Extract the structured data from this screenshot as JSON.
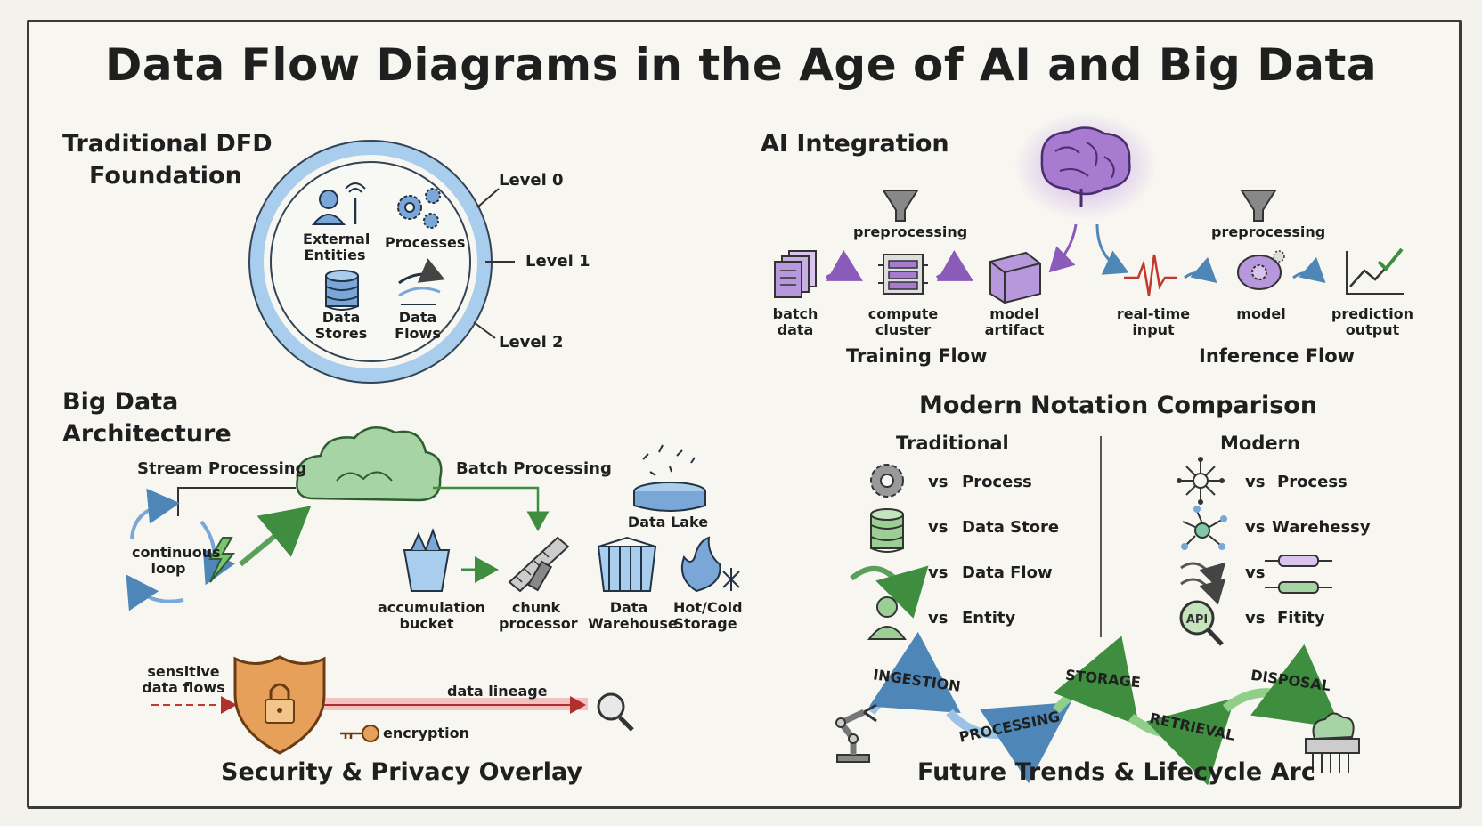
{
  "title": "Data Flow Diagrams in the Age of AI and Big Data",
  "traditional": {
    "heading_1": "Traditional DFD",
    "heading_2": "Foundation",
    "elements": [
      "External Entities",
      "Processes",
      "Data Stores",
      "Data Flows"
    ],
    "levels": [
      "Level 0",
      "Level 1",
      "Level 2"
    ]
  },
  "ai": {
    "heading": "AI Integration",
    "training": {
      "label": "Training Flow",
      "preprocessing": "preprocessing",
      "nodes": [
        "batch data",
        "compute cluster",
        "model artifact"
      ]
    },
    "inference": {
      "label": "Inference Flow",
      "preprocessing": "preprocessing",
      "nodes": [
        "real-time input",
        "model",
        "prediction output"
      ]
    }
  },
  "bigdata": {
    "heading_1": "Big Data",
    "heading_2": "Architecture",
    "stream": "Stream Processing",
    "batch": "Batch Processing",
    "loop": "continuous loop",
    "lake": "Data Lake",
    "bucket": "accumulation bucket",
    "chunk": "chunk processor",
    "warehouse": "Data Warehouse",
    "hotcold": "Hot/Cold Storage"
  },
  "security": {
    "heading": "Security & Privacy Overlay",
    "sensitive": "sensitive data flows",
    "lineage": "data lineage",
    "encryption": "encryption"
  },
  "comparison": {
    "heading": "Modern Notation Comparison",
    "col_traditional": "Traditional",
    "col_modern": "Modern",
    "vs": "vs",
    "traditional_rows": [
      "Process",
      "Data Store",
      "Data Flow",
      "Entity"
    ],
    "modern_rows": [
      "Process",
      "Warehessy",
      "",
      "Fitity"
    ]
  },
  "lifecycle": {
    "heading": "Future Trends & Lifecycle Arc",
    "stages": [
      "INGESTION",
      "PROCESSING",
      "STORAGE",
      "RETRIEVAL",
      "DISPOSAL"
    ]
  },
  "colors": {
    "accent_blue": "#9cc3e6",
    "accent_purple": "#a77bd0",
    "accent_green": "#8fcf8a",
    "accent_red": "#e07070",
    "accent_orange": "#e6a05a"
  },
  "icons": [
    "person-icon",
    "antenna-icon",
    "gears-icon",
    "database-icon",
    "flow-arrow-icon",
    "brain-icon",
    "funnel-icon",
    "document-stack-icon",
    "server-icon",
    "cube-icon",
    "waveform-icon",
    "chart-up-icon",
    "cloud-icon",
    "loop-arrows-icon",
    "lightning-icon",
    "bucket-icon",
    "saw-icon",
    "warehouse-icon",
    "flame-snow-icon",
    "shield-lock-icon",
    "key-icon",
    "magnifier-icon",
    "robot-arm-icon",
    "shredder-icon",
    "network-node-icon",
    "api-search-icon"
  ]
}
